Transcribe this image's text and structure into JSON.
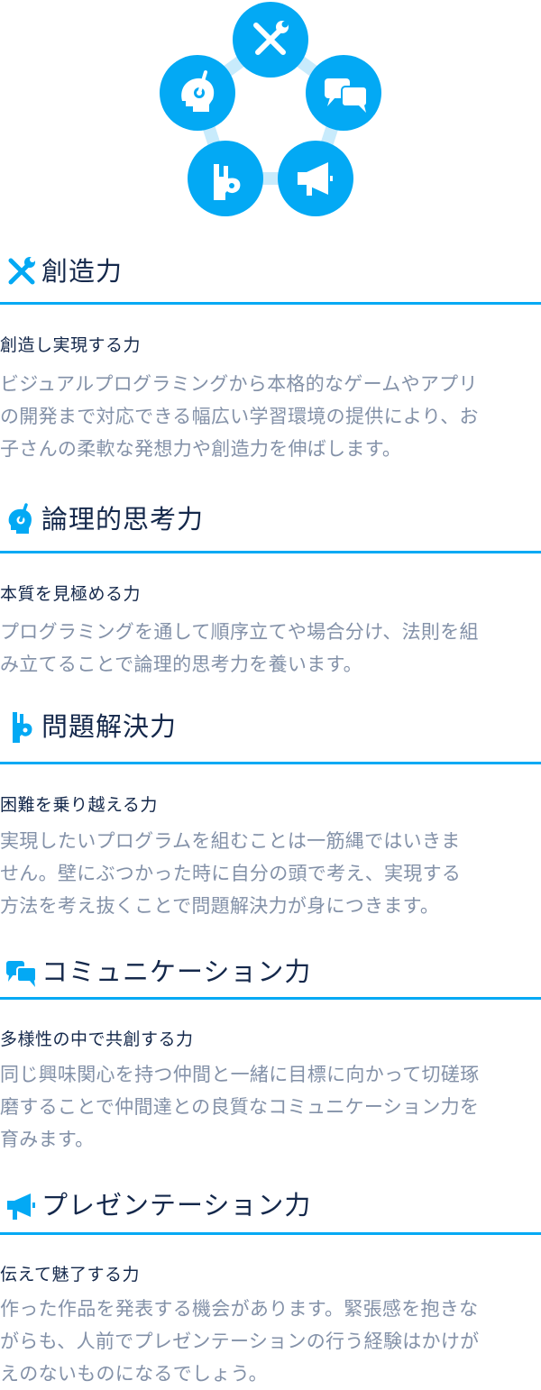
{
  "colors": {
    "accent": "#03a9f4",
    "accent_light": "#c8ebfc",
    "heading": "#14284b",
    "body_text": "#8391a8"
  },
  "hero": {
    "icons": [
      {
        "name": "tools-icon",
        "label": "創造力"
      },
      {
        "name": "thinking-head-icon",
        "label": "論理的思考力"
      },
      {
        "name": "speech-bubbles-icon",
        "label": "コミュニケーション力"
      },
      {
        "name": "ok-hand-icon",
        "label": "問題解決力"
      },
      {
        "name": "megaphone-icon",
        "label": "プレゼンテーション力"
      }
    ]
  },
  "sections": [
    {
      "icon": "tools-icon",
      "title": "創造力",
      "subtitle": "創造し実現する力",
      "body_lines": [
        "ビジュアルプログラミングから本格的なゲームやアプリ",
        "の開発まで対応できる幅広い学習環境の提供により、お",
        "子さんの柔軟な発想力や創造力を伸ばします。"
      ]
    },
    {
      "icon": "thinking-head-icon",
      "title": "論理的思考力",
      "subtitle": "本質を見極める力",
      "body_lines": [
        "プログラミングを通して順序立てや場合分け、法則を組",
        "み立てることで論理的思考力を養います。"
      ]
    },
    {
      "icon": "ok-hand-icon",
      "title": "問題解決力",
      "subtitle": "困難を乗り越える力",
      "body_lines": [
        "実現したいプログラムを組むことは一筋縄ではいきま",
        "せん。壁にぶつかった時に自分の頭で考え、実現する",
        "方法を考え抜くことで問題解決力が身につきます。"
      ]
    },
    {
      "icon": "speech-bubbles-icon",
      "title": "コミュニケーション力",
      "subtitle": "多様性の中で共創する力",
      "body_lines": [
        "同じ興味関心を持つ仲間と一緒に目標に向かって切磋琢",
        "磨することで仲間達との良質なコミュニケーション力を",
        "育みます。"
      ]
    },
    {
      "icon": "megaphone-icon",
      "title": "プレゼンテーション力",
      "subtitle": "伝えて魅了する力",
      "body_lines": [
        "作った作品を発表する機会があります。緊張感を抱きな",
        "がらも、人前でプレゼンテーションの行う経験はかけが",
        "えのないものになるでしょう。"
      ]
    }
  ]
}
